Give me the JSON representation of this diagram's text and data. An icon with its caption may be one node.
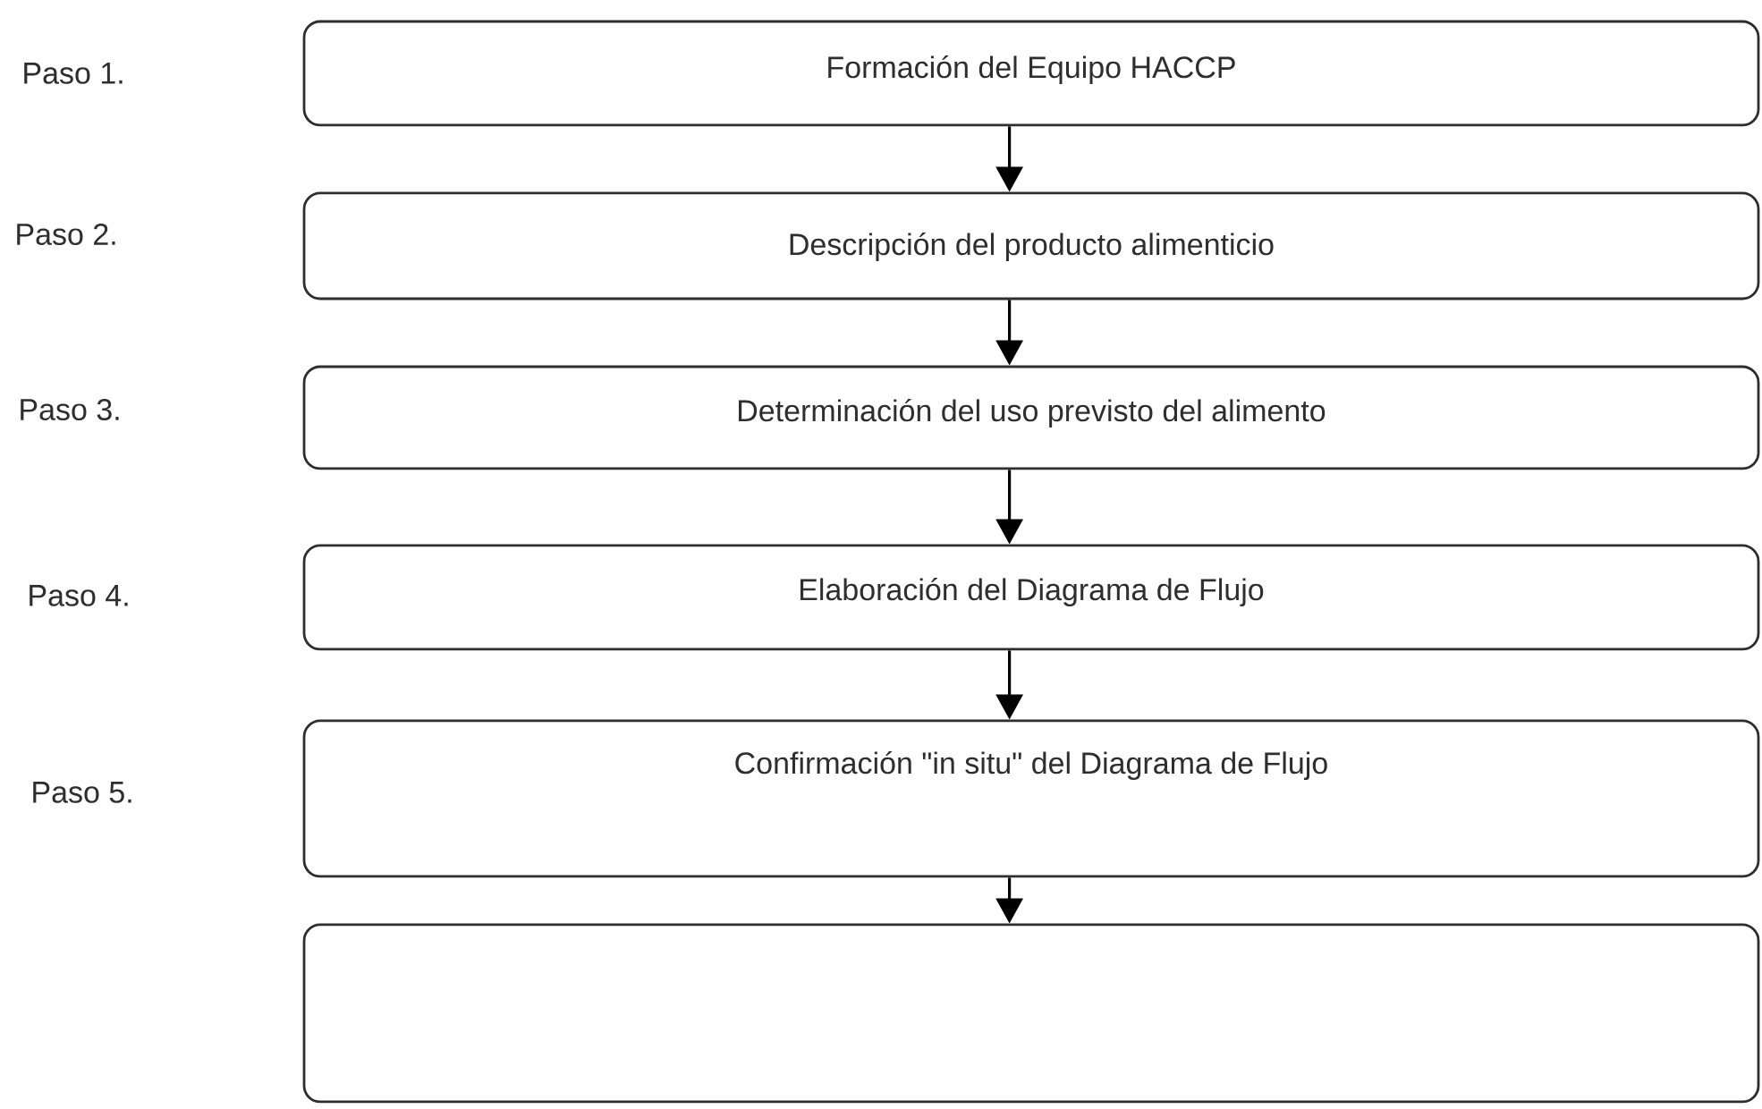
{
  "diagram": {
    "nodes": [
      {
        "text": [
          "Formación del Equipo HACCP"
        ]
      },
      {
        "text": [
          "Descripción del producto alimenticio"
        ]
      },
      {
        "text": [
          "Determinación  del uso previsto del alimento"
        ]
      },
      {
        "text": [
          "Elaboración del Diagrama de Flujo"
        ]
      },
      {
        "text": [
          "Confirmación \"in situ\" del Diagrama de Flujo"
        ]
      },
      {
        "text": [],
        "shape": "box"
      }
    ],
    "edges": [
      {
        "from": 0,
        "to": 1,
        "arrow": "to"
      },
      {
        "from": 1,
        "to": 2,
        "arrow": "to"
      },
      {
        "from": 2,
        "to": 3,
        "arrow": "to"
      },
      {
        "from": 3,
        "to": 4,
        "arrow": "to"
      },
      {
        "from": 4,
        "to": 5,
        "arrow": "to"
      }
    ],
    "labels": [
      "Paso 1.",
      "Paso 2.",
      "Paso 3.",
      "Paso 4.",
      "Paso 5."
    ]
  }
}
